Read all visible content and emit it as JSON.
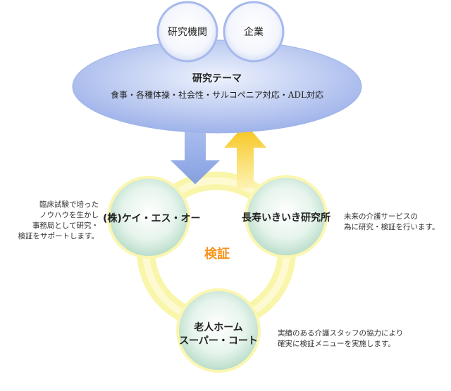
{
  "top_circles": {
    "left": "研究機関",
    "right": "企業"
  },
  "theme": {
    "title": "研究テーマ",
    "subtitle": "食事・各種体操・社会性・サルコペニア対応・ADL対応"
  },
  "center_label": "検証",
  "nodes": {
    "kso": "(株)ケイ・エス・オー",
    "lab": "長寿いきいき研究所",
    "home_line1": "老人ホーム",
    "home_line2": "スーパー・コート"
  },
  "notes": {
    "left": [
      "臨床試験で培った",
      "ノウハウを生かし",
      "事務局として研究・",
      "検証をサポートします。"
    ],
    "right": [
      "未来の介護サービスの",
      "為に研究・検証を行います。"
    ],
    "bottom": [
      "実績のある介護スタッフの協力により",
      "確実に検証メニューを実施します。"
    ]
  },
  "colors": {
    "ellipse": "#a9bcee",
    "down_arrow": "#8da6e3",
    "up_arrow": "#f5cc2a",
    "ring": "#f9f6a2",
    "node_fill": "#d8eee3",
    "center_text": "#f7941d"
  }
}
